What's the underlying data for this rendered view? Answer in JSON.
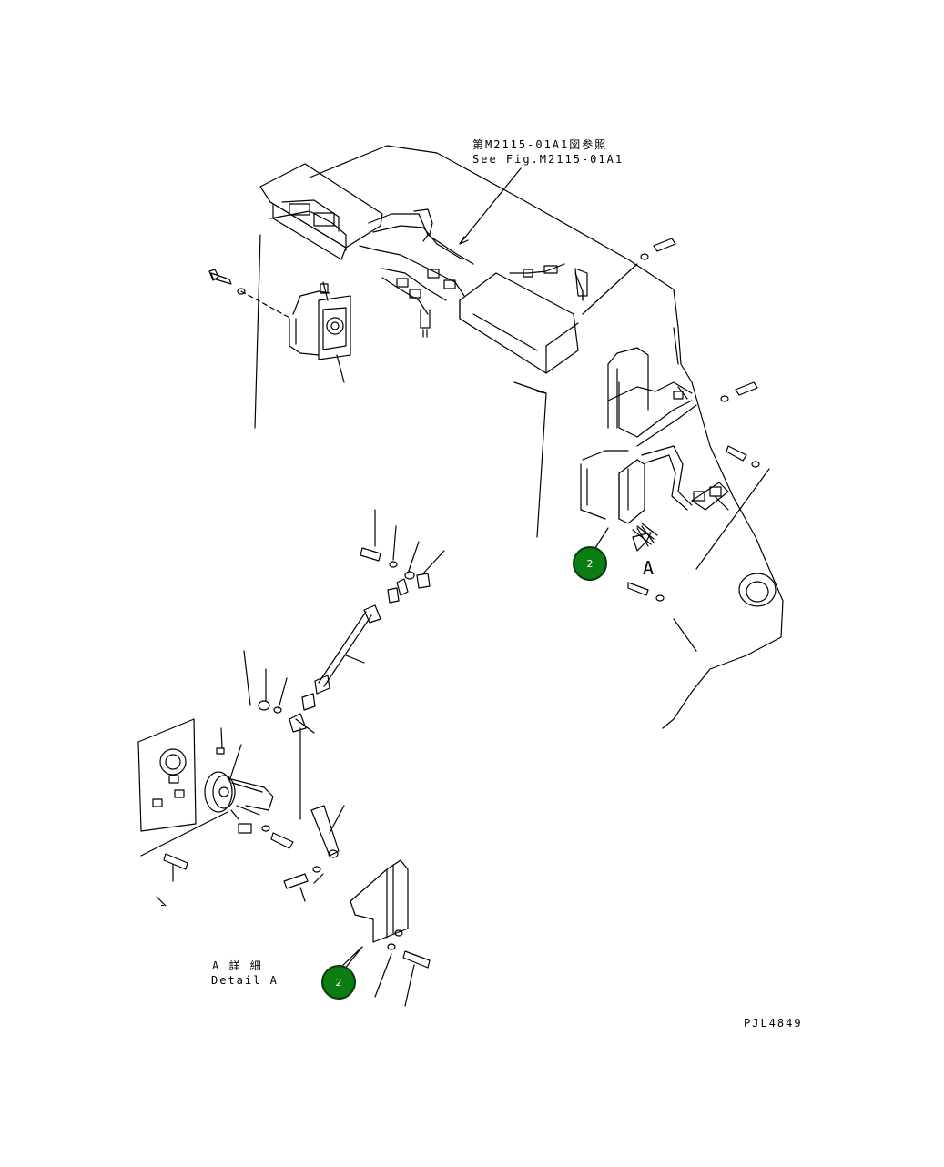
{
  "labels": {
    "ref_jp": "第M2115-01A1図参照",
    "ref_en": "See Fig.M2115-01A1",
    "view_letter": "A",
    "detail_jp": "A 詳 細",
    "detail_en": "Detail A",
    "drawing_id": "PJL4849",
    "dash_1": "-",
    "dash_2": "-"
  },
  "callouts": [
    {
      "number": "2",
      "color": "#0b7d12"
    },
    {
      "number": "2",
      "color": "#0b7d12"
    }
  ]
}
